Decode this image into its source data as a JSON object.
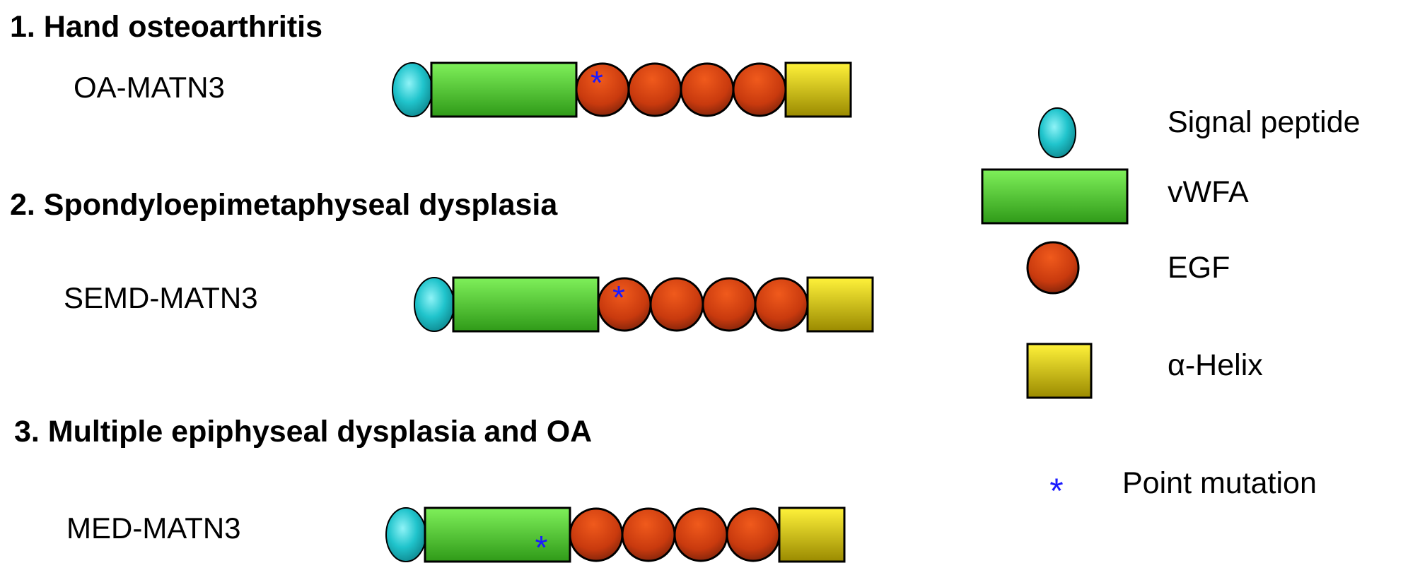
{
  "sections": [
    {
      "heading": "1. Hand osteoarthritis",
      "variant": "OA-MATN3",
      "domains": [
        "signal-peptide",
        "vwfa",
        "egf",
        "egf",
        "egf",
        "egf",
        "alpha-helix"
      ],
      "mutation_domain_index": 2
    },
    {
      "heading": "2. Spondyloepimetaphyseal dysplasia",
      "variant": "SEMD-MATN3",
      "domains": [
        "signal-peptide",
        "vwfa",
        "egf",
        "egf",
        "egf",
        "egf",
        "alpha-helix"
      ],
      "mutation_domain_index": 2
    },
    {
      "heading": "3. Multiple epiphyseal dysplasia and OA",
      "variant": "MED-MATN3",
      "domains": [
        "signal-peptide",
        "vwfa",
        "egf",
        "egf",
        "egf",
        "egf",
        "alpha-helix"
      ],
      "mutation_domain_index": 1
    }
  ],
  "legend": {
    "signal_peptide": "Signal peptide",
    "vwfa": "vWFA",
    "egf": "EGF",
    "alpha_helix": "α-Helix",
    "point_mutation": "Point mutation",
    "mutation_symbol": "*"
  },
  "colors": {
    "signal_peptide": "#22c4cc",
    "vwfa": "#3cc021",
    "egf": "#d83d10",
    "alpha_helix": "#e8d800",
    "mutation": "#1a1aff",
    "outline": "#000000"
  }
}
